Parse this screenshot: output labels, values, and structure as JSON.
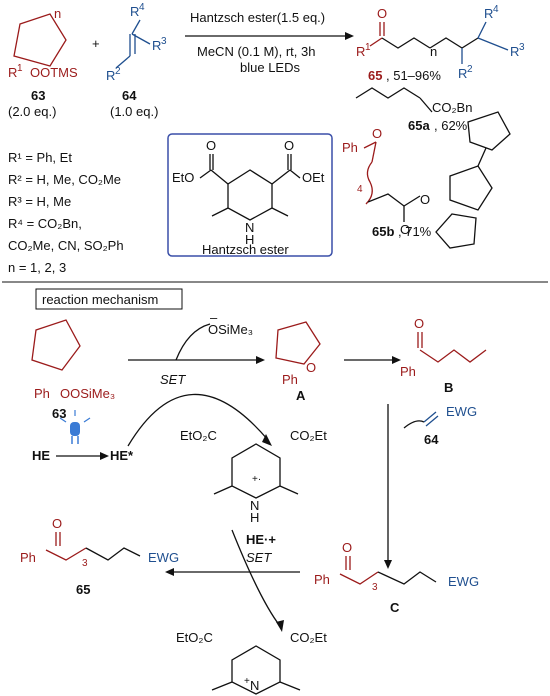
{
  "reaction": {
    "reagent_line1": "Hantzsch ester(1.5 eq.)",
    "reagent_line2": "MeCN (0.1 M), rt, 3h",
    "reagent_line3": "blue LEDs",
    "reactant1_label": "63",
    "reactant1_eq": "(2.0 eq.)",
    "reactant1_r": "R",
    "reactant1_r_sup": "1",
    "reactant1_subst": "OOTMS",
    "reactant1_n": "n",
    "plus": "+",
    "reactant2_label": "64",
    "reactant2_eq": "(1.0 eq.)",
    "r4_label": "R",
    "r4_sup": "4",
    "r3_label": "R",
    "r3_sup": "3",
    "r2_label": "R",
    "r2_sup": "2",
    "product_label": "65",
    "product_yield": ", 51–96%",
    "product_n": "n",
    "product_r1": "R",
    "product_r1_sup": "1",
    "product_o": "O"
  },
  "conditions_list": {
    "r1": "R¹ = Ph, Et",
    "r2": "R² = H, Me, CO₂Me",
    "r3": "R³ = H, Me",
    "r4a": "R⁴ = CO₂Bn,",
    "r4b": "CO₂Me, CN, SO₂Ph",
    "n": "n = 1, 2, 3"
  },
  "hantzsch_box": {
    "title": "Hantzsch ester",
    "eto_left": "EtO",
    "oet_right": "OEt",
    "o": "O",
    "nh": "N",
    "h": "H"
  },
  "examples": {
    "ex_a_label": "65a",
    "ex_a_yield": ", 62%",
    "ex_a_group": "CO₂Bn",
    "ex_b_label": "65b",
    "ex_b_yield": ", 71%",
    "ex_b_ph": "Ph",
    "ex_b_sub": "4"
  },
  "mechanism": {
    "header": "reaction mechanism",
    "byproduct": "OSiMe₃",
    "byproduct_charge": "–",
    "set1": "SET",
    "set2": "SET",
    "he": "HE",
    "he_star": "HE*",
    "he_radical_cation": "HE·+",
    "compound_63": "63",
    "compound_64": "64",
    "compound_65": "65",
    "ph": "Ph",
    "oosime3": "OOSiMe₃",
    "o_radical": "O",
    "inter_a": "A",
    "inter_b": "B",
    "inter_c": "C",
    "ewg": "EWG",
    "eto2c": "EtO₂C",
    "co2et": "CO₂Et",
    "sub3": "3",
    "nh_plus": "N",
    "h": "H"
  },
  "colors": {
    "red": "#9b1b1b",
    "blue": "#1f4f8f",
    "box_border": "#3a4fa8",
    "led": "#3a7bd5"
  }
}
